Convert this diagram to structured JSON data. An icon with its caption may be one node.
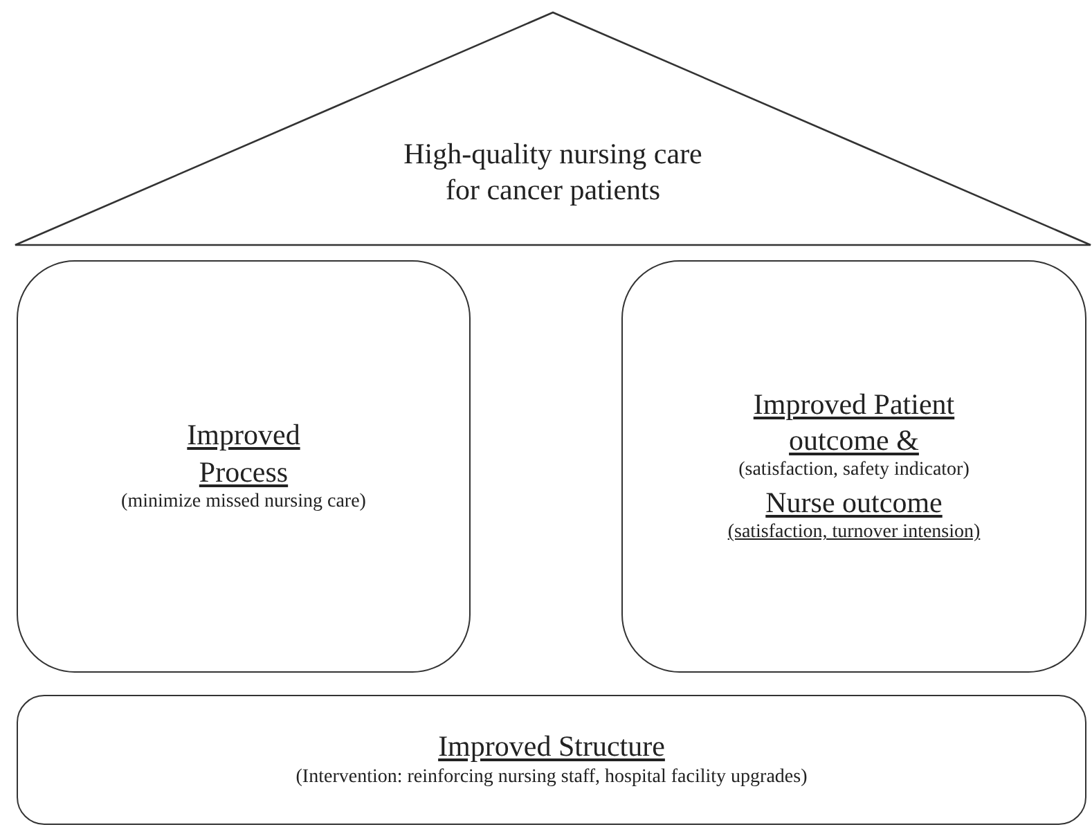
{
  "diagram": {
    "nodes": [
      {
        "text": [
          "High-quality nursing care for cancer patients"
        ]
      },
      {
        "text": [
          "Improved Process",
          "(minimize missed nursing care)"
        ]
      },
      {
        "text": [
          "Improved Patient outcome &",
          "(satisfaction, safety indicator)",
          "Nurse outcome",
          "(satisfaction, turnover intension)"
        ]
      },
      {
        "text": [
          "Improved Structure",
          "(Intervention: reinforcing nursing staff, hospital facility upgrades)"
        ]
      }
    ]
  }
}
